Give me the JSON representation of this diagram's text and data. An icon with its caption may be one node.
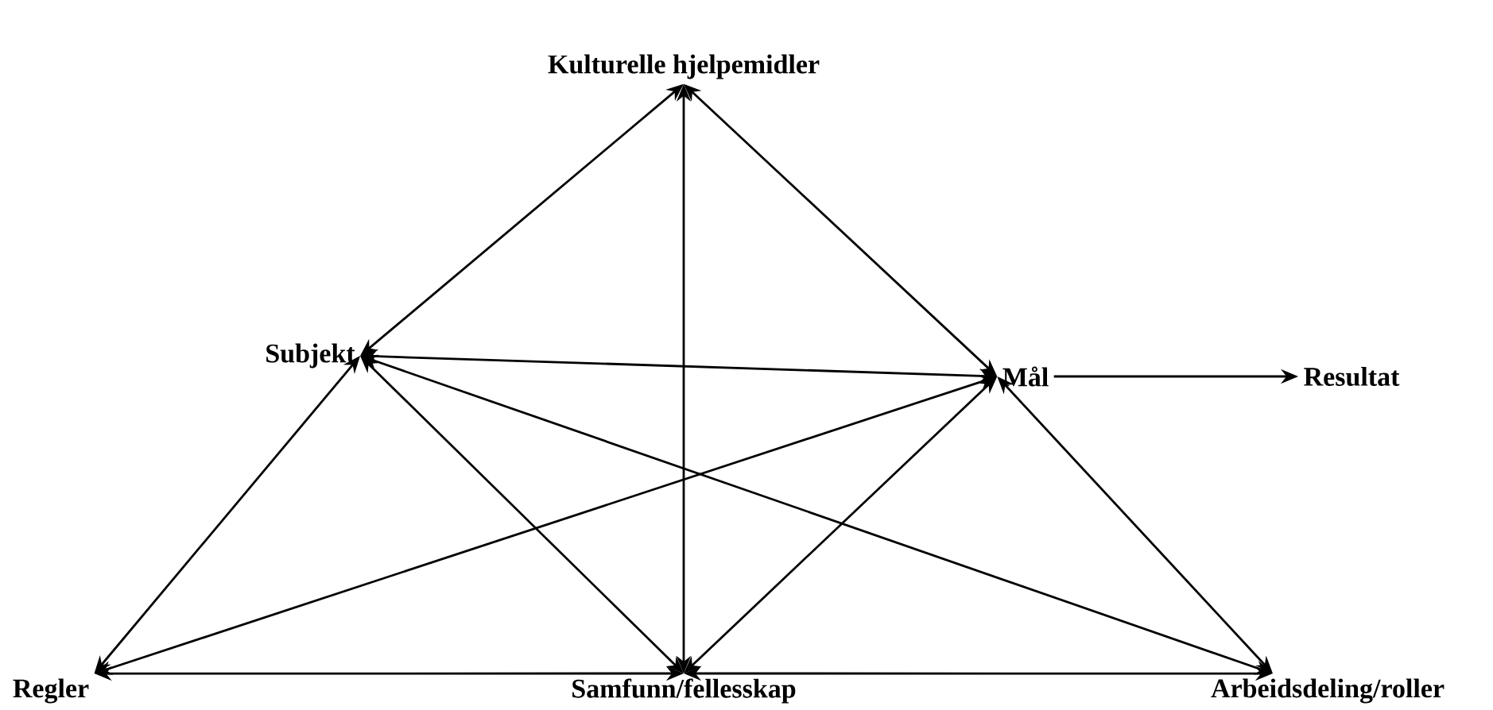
{
  "diagram": {
    "nodes": [
      {
        "text": [
          "Kulturelle hjelpemidler"
        ]
      },
      {
        "text": [
          "Subjekt"
        ]
      },
      {
        "text": [
          "Mål"
        ]
      },
      {
        "text": [
          "Resultat"
        ]
      },
      {
        "text": [
          "Regler"
        ]
      },
      {
        "text": [
          "Samfunn/fellesskap"
        ]
      },
      {
        "text": [
          "Arbeidsdeling/roller"
        ]
      }
    ],
    "edges": [
      {
        "from": 0,
        "to": 1,
        "arrow": "both"
      },
      {
        "from": 0,
        "to": 2,
        "arrow": "both"
      },
      {
        "from": 0,
        "to": 5,
        "arrow": "both"
      },
      {
        "from": 1,
        "to": 2,
        "arrow": "both"
      },
      {
        "from": 1,
        "to": 4,
        "arrow": "both"
      },
      {
        "from": 1,
        "to": 5,
        "arrow": "both"
      },
      {
        "from": 1,
        "to": 6,
        "arrow": "both"
      },
      {
        "from": 2,
        "to": 4,
        "arrow": "both"
      },
      {
        "from": 2,
        "to": 5,
        "arrow": "both"
      },
      {
        "from": 2,
        "to": 6,
        "arrow": "both"
      },
      {
        "from": 4,
        "to": 5,
        "arrow": "both"
      },
      {
        "from": 5,
        "to": 6,
        "arrow": "both"
      },
      {
        "from": 2,
        "to": 3,
        "arrow": "to"
      }
    ]
  }
}
